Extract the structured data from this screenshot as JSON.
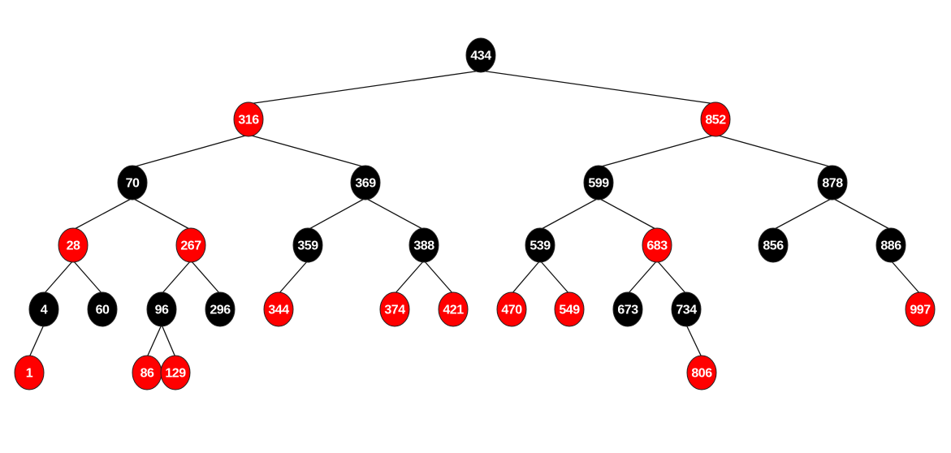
{
  "colors": {
    "red": "#ff0000",
    "black": "#000000",
    "label": "#ffffff",
    "edge": "#111111"
  },
  "tree": {
    "root": {
      "key": "434",
      "color": "black",
      "children": [
        {
          "key": "316",
          "color": "red",
          "children": [
            {
              "key": "70",
              "color": "black",
              "children": [
                {
                  "key": "28",
                  "color": "red",
                  "children": [
                    {
                      "key": "4",
                      "color": "black",
                      "children": [
                        {
                          "key": "1",
                          "color": "red",
                          "children": []
                        }
                      ]
                    },
                    {
                      "key": "60",
                      "color": "black",
                      "children": []
                    }
                  ]
                },
                {
                  "key": "267",
                  "color": "red",
                  "children": [
                    {
                      "key": "96",
                      "color": "black",
                      "children": [
                        {
                          "key": "86",
                          "color": "red",
                          "children": []
                        },
                        {
                          "key": "129",
                          "color": "red",
                          "children": []
                        }
                      ]
                    },
                    {
                      "key": "296",
                      "color": "black",
                      "children": []
                    }
                  ]
                }
              ]
            },
            {
              "key": "369",
              "color": "black",
              "children": [
                {
                  "key": "359",
                  "color": "black",
                  "children": [
                    {
                      "key": "344",
                      "color": "red",
                      "children": []
                    }
                  ]
                },
                {
                  "key": "388",
                  "color": "black",
                  "children": [
                    {
                      "key": "374",
                      "color": "red",
                      "children": []
                    },
                    {
                      "key": "421",
                      "color": "red",
                      "children": []
                    }
                  ]
                }
              ]
            }
          ]
        },
        {
          "key": "852",
          "color": "red",
          "children": [
            {
              "key": "599",
              "color": "black",
              "children": [
                {
                  "key": "539",
                  "color": "black",
                  "children": [
                    {
                      "key": "470",
                      "color": "red",
                      "children": []
                    },
                    {
                      "key": "549",
                      "color": "red",
                      "children": []
                    }
                  ]
                },
                {
                  "key": "683",
                  "color": "red",
                  "children": [
                    {
                      "key": "673",
                      "color": "black",
                      "children": []
                    },
                    {
                      "key": "734",
                      "color": "black",
                      "children": [
                        {
                          "key": "806",
                          "color": "red",
                          "children": []
                        }
                      ]
                    }
                  ]
                }
              ]
            },
            {
              "key": "878",
              "color": "black",
              "children": [
                {
                  "key": "856",
                  "color": "black",
                  "children": []
                },
                {
                  "key": "886",
                  "color": "black",
                  "children": [
                    {
                      "key": "997",
                      "color": "red",
                      "children": []
                    }
                  ]
                }
              ]
            }
          ]
        }
      ]
    }
  }
}
